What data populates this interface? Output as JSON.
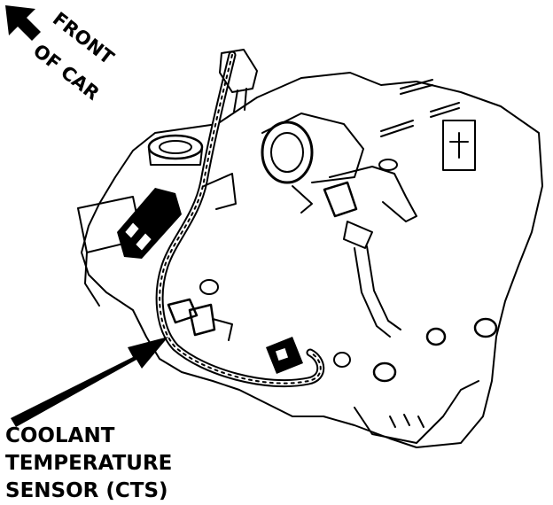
{
  "orientation": {
    "line1": "FRONT",
    "line2": "OF CAR",
    "arrow_icon": "up-left-arrow-icon"
  },
  "callout": {
    "line1": "COOLANT",
    "line2": "TEMPERATURE",
    "line3": "SENSOR (CTS)",
    "arrow_icon": "pointer-arrow-icon"
  },
  "colors": {
    "ink": "#000000",
    "paper": "#ffffff"
  }
}
